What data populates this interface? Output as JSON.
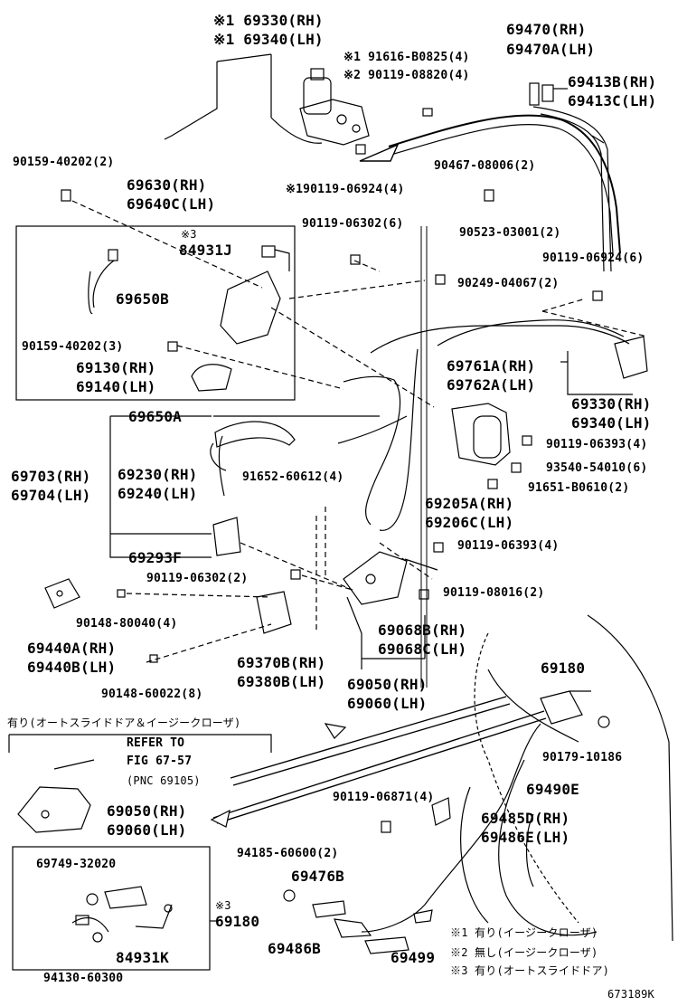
{
  "labels": {
    "l69330rh_top": "※1 69330(RH)",
    "l69340lh_top": "※1 69340(LH)",
    "l91616": "※1 91616-B0825(4)",
    "l90119_08820": "※2 90119-08820(4)",
    "l69470rh": "69470(RH)",
    "l69470alh": "69470A(LH)",
    "l69413brh": "69413B(RH)",
    "l69413clh": "69413C(LH)",
    "l90159_40202_top": "90159-40202(2)",
    "l69630rh": "69630(RH)",
    "l69640clh": "69640C(LH)",
    "l90467": "90467-08006(2)",
    "l90119_06924_mid": "※190119-06924(4)",
    "l_note3_a": "※3",
    "l84931j": "84931J",
    "l90119_06302_top": "90119-06302(6)",
    "l90523": "90523-03001(2)",
    "l90119_06924_right": "90119-06924(6)",
    "l69650b": "69650B",
    "l90249": "90249-04067(2)",
    "l90159_40202_box": "90159-40202(3)",
    "l69130rh": "69130(RH)",
    "l69140lh": "69140(LH)",
    "l69761arh": "69761A(RH)",
    "l69762alh": "69762A(LH)",
    "l69330rh_right": "69330(RH)",
    "l69340lh_right": "69340(LH)",
    "l69650a": "69650A",
    "l90119_06393_a": "90119-06393(4)",
    "l93540": "93540-54010(6)",
    "l69703rh": "69703(RH)",
    "l69704lh": "69704(LH)",
    "l69230rh": "69230(RH)",
    "l69240lh": "69240(LH)",
    "l91652": "91652-60612(4)",
    "l91651": "91651-B0610(2)",
    "l69205arh": "69205A(RH)",
    "l69206clh": "69206C(LH)",
    "l69293f": "69293F",
    "l90119_06393_b": "90119-06393(4)",
    "l90119_06302_mid": "90119-06302(2)",
    "l90119_08016": "90119-08016(2)",
    "l90148_80040": "90148-80040(4)",
    "l69440arh": "69440A(RH)",
    "l69440blh": "69440B(LH)",
    "l69370brh": "69370B(RH)",
    "l69380blh": "69380B(LH)",
    "l69068brh": "69068B(RH)",
    "l69068clh": "69068C(LH)",
    "l69050rh_a": "69050(RH)",
    "l69060lh_a": "69060(LH)",
    "l90148_60022": "90148-60022(8)",
    "l69180_right": "69180",
    "l_jp_condition": "有り(オートスライドドア＆イージークローザ)",
    "l_refer_to": "REFER TO",
    "l_fig": "FIG 67-57",
    "l_pnc": "(PNC 69105)",
    "l90179": "90179-10186",
    "l69490e": "69490E",
    "l90119_06871": "90119-06871(4)",
    "l69050rh_b": "69050(RH)",
    "l69060lh_b": "69060(LH)",
    "l69485drh": "69485D(RH)",
    "l69486elh": "69486E(LH)",
    "l69749": "69749-32020",
    "l94185": "94185-60600(2)",
    "l69476b": "69476B",
    "l_note3_b": "※3",
    "l69180_bottom": "69180",
    "l84931k": "84931K",
    "l69486b": "69486B",
    "l69499": "69499",
    "l94130": "94130-60300",
    "l_note1": "※1 有り(イージークローザ)",
    "l_note2": "※2 無し(イージークローザ)",
    "l_note3": "※3 有り(オートスライドドア)",
    "l_figno": "673189K"
  }
}
